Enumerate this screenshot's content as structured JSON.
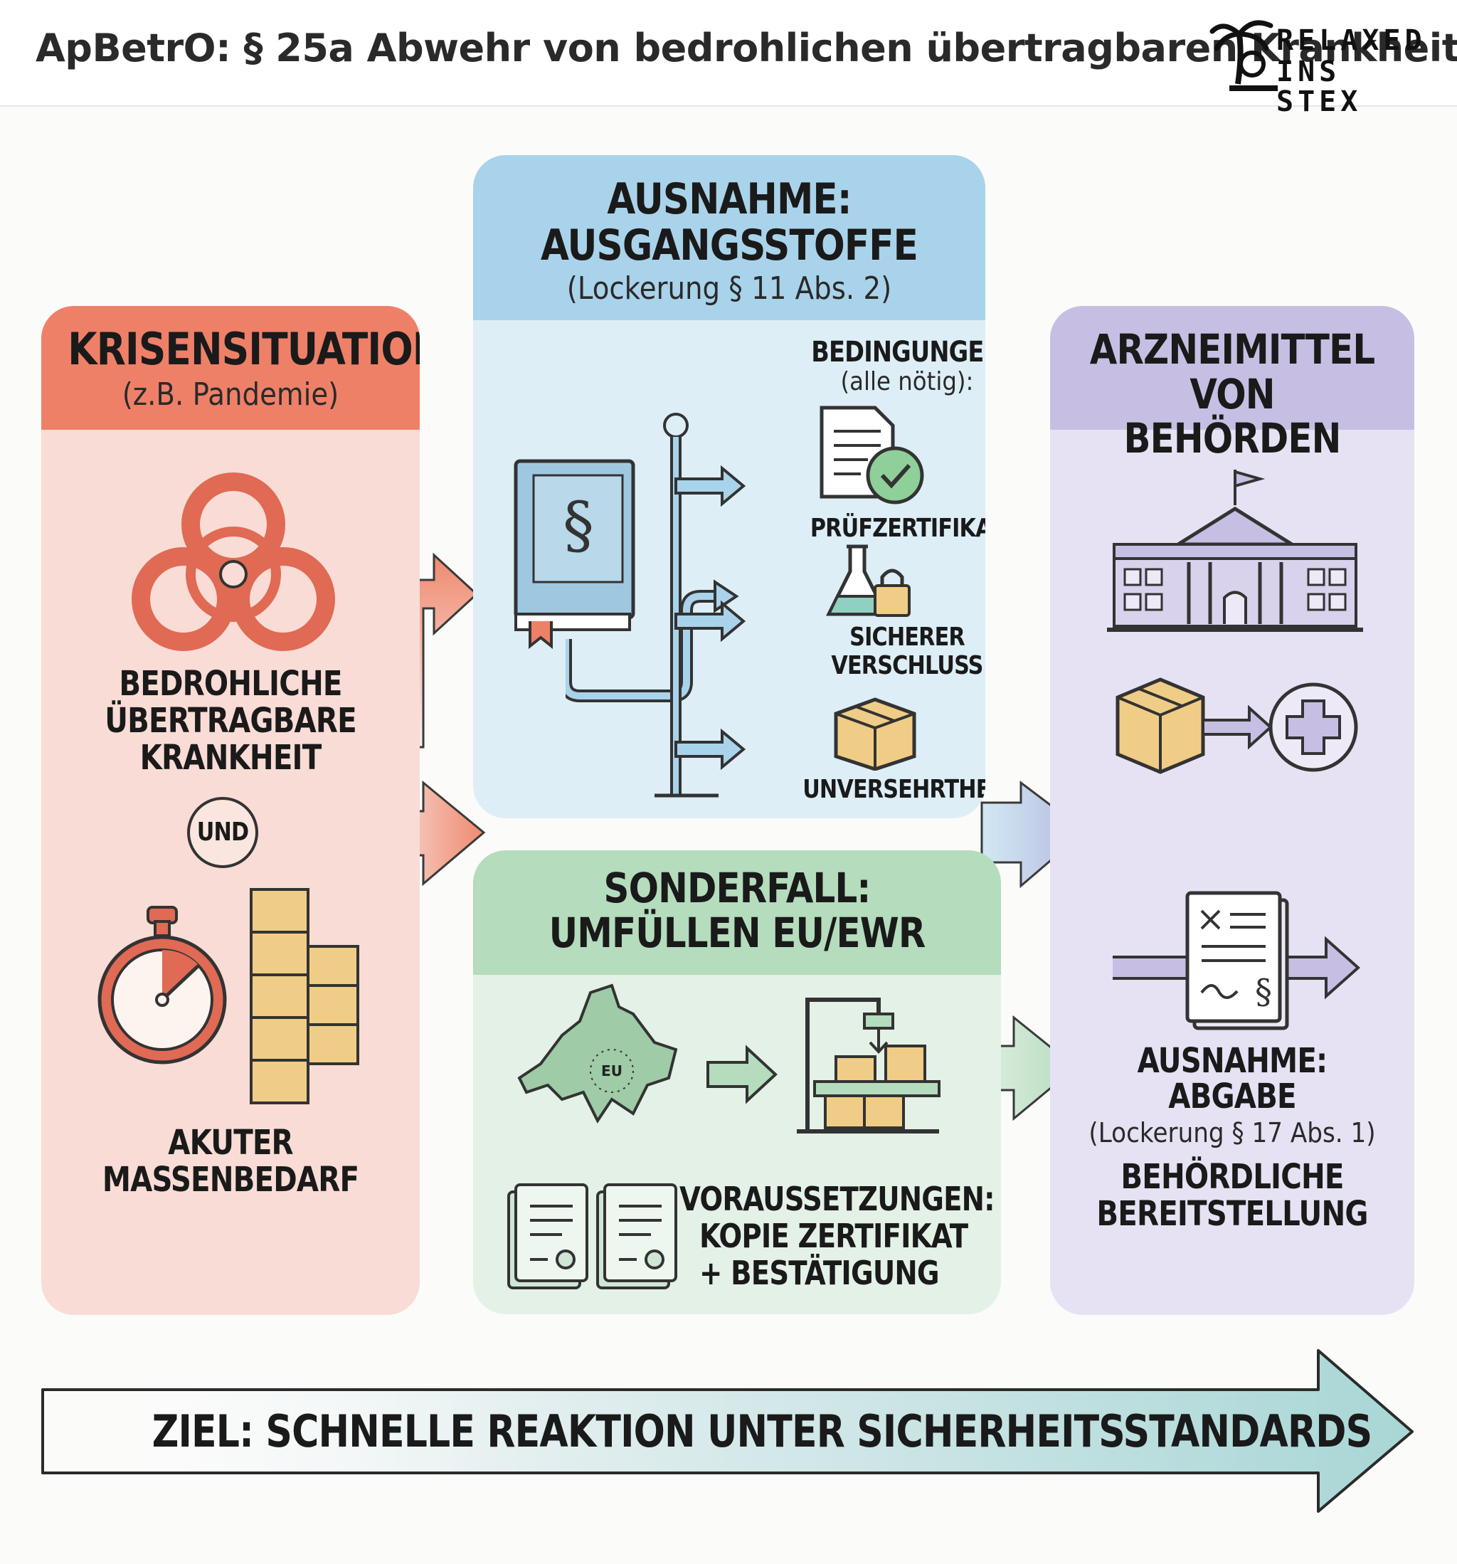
{
  "header": {
    "title": "ApBetrO: § 25a Abwehr von bedrohlichen übertragbaren Krankheiten",
    "logo_line1": "RELAXED",
    "logo_line2": "INS STEX"
  },
  "crisis": {
    "title": "KRISENSITUATION",
    "subtitle": "(z.B. Pandemie)",
    "disease_label": [
      "BEDROHLICHE",
      "ÜBERTRAGBARE",
      "KRANKHEIT"
    ],
    "and_label": "UND",
    "demand_label": [
      "AKUTER",
      "MASSENBEDARF"
    ],
    "color": "#e97763"
  },
  "exception_materials": {
    "title_line1": "AUSNAHME:",
    "title_line2": "AUSGANGSSTOFFE",
    "subtitle": "(Lockerung § 11 Abs. 2)",
    "conditions_title": "BEDINGUNGEN",
    "conditions_sub": "(alle nötig):",
    "conditions": [
      "PRÜFZERTIFIKAT",
      "SICHERER VERSCHLUSS",
      "UNVERSEHRTHEIT"
    ],
    "book_symbol": "§",
    "color": "#a9d3ea"
  },
  "special_case": {
    "title_line1": "SONDERFALL:",
    "title_line2": "UMFÜLLEN EU/EWR",
    "map_label": "EU",
    "requirements": [
      "VORAUSSETZUNGEN:",
      "KOPIE ZERTIFIKAT",
      "+ BESTÄTIGUNG"
    ],
    "color": "#b4dcbd"
  },
  "authorities": {
    "title_line1": "ARZNEIMITTEL",
    "title_line2": "VON BEHÖRDEN",
    "exception_line1": "AUSNAHME:",
    "exception_line2": "ABGABE",
    "exception_sub": "(Lockerung § 17 Abs. 1)",
    "provision": [
      "BEHÖRDLICHE",
      "BEREITSTELLUNG"
    ],
    "doc_symbol": "§",
    "color": "#c6bfe3"
  },
  "goal": {
    "text": "ZIEL: SCHNELLE REAKTION UNTER SICHERHEITSSTANDARDS"
  },
  "icons": [
    "biohazard-icon",
    "stopwatch-icon",
    "boxes-stack-icon",
    "law-book-icon",
    "certificate-icon",
    "flask-lock-icon",
    "box-icon",
    "eu-map-icon",
    "filling-machine-icon",
    "documents-icon",
    "government-building-icon",
    "medical-cross-icon",
    "legal-document-icon"
  ]
}
